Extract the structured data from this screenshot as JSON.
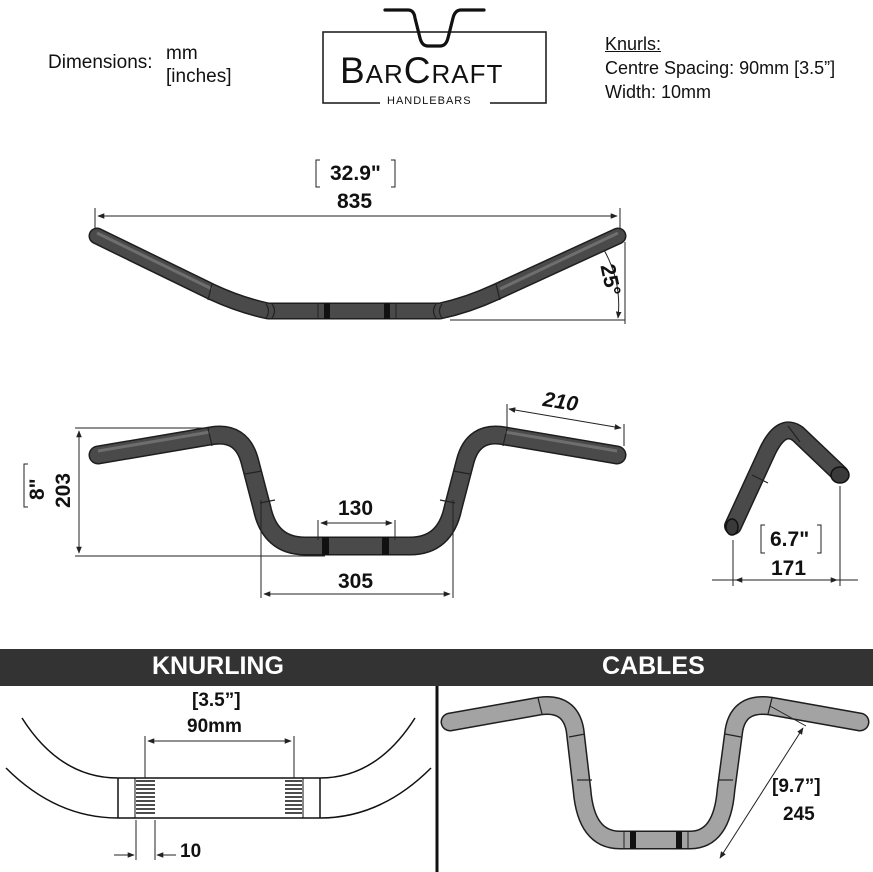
{
  "legend": {
    "dimensions_label": "Dimensions:",
    "unit_primary": "mm",
    "unit_secondary": "[inches]"
  },
  "logo": {
    "brand": "BarCraft",
    "sub": "HANDLEBARS"
  },
  "knurls": {
    "title": "Knurls:",
    "spacing": "Centre Spacing: 90mm [3.5”]",
    "width": "Width: 10mm"
  },
  "top_view": {
    "width_in": "32.9\"",
    "width_mm": "835",
    "angle": "25°"
  },
  "front_view": {
    "rise_in": "8\"",
    "rise_mm": "203",
    "grip_mm": "210",
    "center_mm": "130",
    "base_mm": "305"
  },
  "side_view": {
    "pullback_in": "6.7\"",
    "pullback_mm": "171"
  },
  "knurling_panel": {
    "header": "KNURLING",
    "spacing_in": "[3.5”]",
    "spacing_mm": "90mm",
    "knurl_width": "10"
  },
  "cables_panel": {
    "header": "CABLES",
    "length_in": "[9.7”]",
    "length_mm": "245"
  },
  "colors": {
    "tube": "#4a4a4a",
    "tube_light": "#9b9b9b",
    "header_bg": "#333333",
    "line": "#222222"
  }
}
